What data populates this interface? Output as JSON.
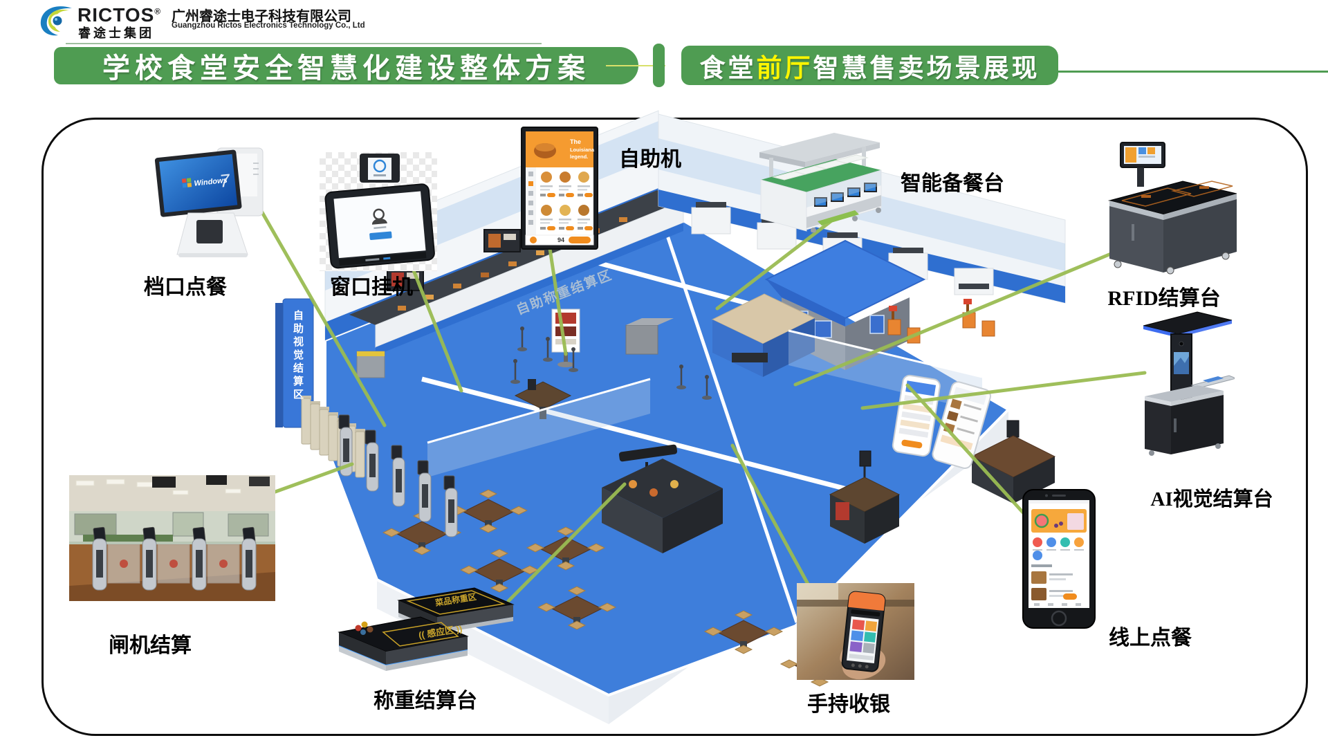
{
  "brand": {
    "name": "RICTOS",
    "reg": "®",
    "group": "睿途士集团",
    "company_cn": "广州睿途士电子科技有限公司",
    "company_en": "Guangzhou Rictos Electronics Technology Co., Ltd"
  },
  "banners": {
    "left": "学校食堂安全智慧化建设整体方案",
    "right_prefix": "食堂",
    "right_highlight": "前厅",
    "right_suffix": "智慧售卖场景展现"
  },
  "labels": {
    "counter_pos": "档口点餐",
    "window_device": "窗口挂机",
    "self_kiosk": "自助机",
    "prep_station": "智能备餐台",
    "rfid_station": "RFID结算台",
    "ai_vision": "AI视觉结算台",
    "online_order": "线上点餐",
    "handheld_pos": "手持收银",
    "weighing_station": "称重结算台",
    "gate_settle": "闸机结算"
  },
  "scene": {
    "pillar_sign": "自助视觉结算区",
    "wall_banner": "自助称重结算区"
  },
  "kiosk_screen": {
    "promo_line1": "The",
    "promo_line2": "Louisiana",
    "promo_line3": "legend.",
    "cart_total": "94"
  },
  "pos_screen": {
    "os_label": "Windows"
  },
  "weighing_pads": {
    "pad_rear": "菜品称重区",
    "pad_front": "(( 感应区 ))"
  },
  "colors": {
    "banner_green": "#4f9c52",
    "highlight_yellow": "#fdf500",
    "connector_green": "#9abc53",
    "floor_blue": "#3e7edb"
  }
}
